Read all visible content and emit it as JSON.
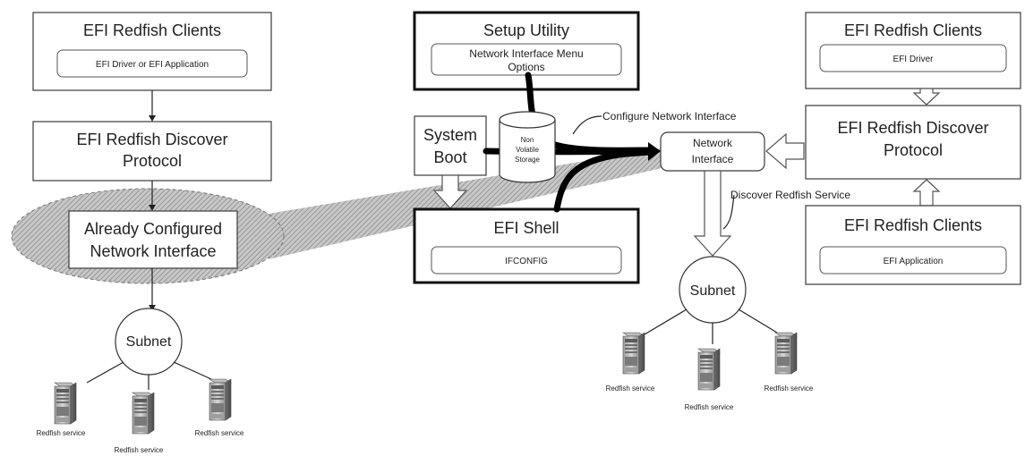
{
  "left": {
    "clients_title": "EFI Redfish Clients",
    "clients_inner": "EFI Driver or EFI Application",
    "discover_line1": "EFI Redfish Discover",
    "discover_line2": "Protocol",
    "configured_line1": "Already Configured",
    "configured_line2": "Network Interface",
    "subnet": "Subnet",
    "servers": [
      "Redfish service",
      "Redfish service",
      "Redfish service"
    ]
  },
  "middle": {
    "setup_title": "Setup Utility",
    "setup_inner_line1": "Network Interface Menu",
    "setup_inner_line2": "Options",
    "system_boot_line1": "System",
    "system_boot_line2": "Boot",
    "nvs_line1": "Non",
    "nvs_line2": "Volatile",
    "nvs_line3": "Storage",
    "configure_label": "Configure Network Interface",
    "shell_title": "EFI Shell",
    "shell_inner": "IFCONFIG"
  },
  "right": {
    "network_interface_line1": "Network",
    "network_interface_line2": "Interface",
    "discover_service_label": "Discover Redfish Service",
    "clients_top_title": "EFI Redfish Clients",
    "clients_top_inner": "EFI Driver",
    "discover_line1": "EFI Redfish Discover",
    "discover_line2": "Protocol",
    "clients_bottom_title": "EFI Redfish Clients",
    "clients_bottom_inner": "EFI Application",
    "subnet": "Subnet",
    "servers": [
      "Redfish service",
      "Redfish service",
      "Redfish service"
    ]
  }
}
